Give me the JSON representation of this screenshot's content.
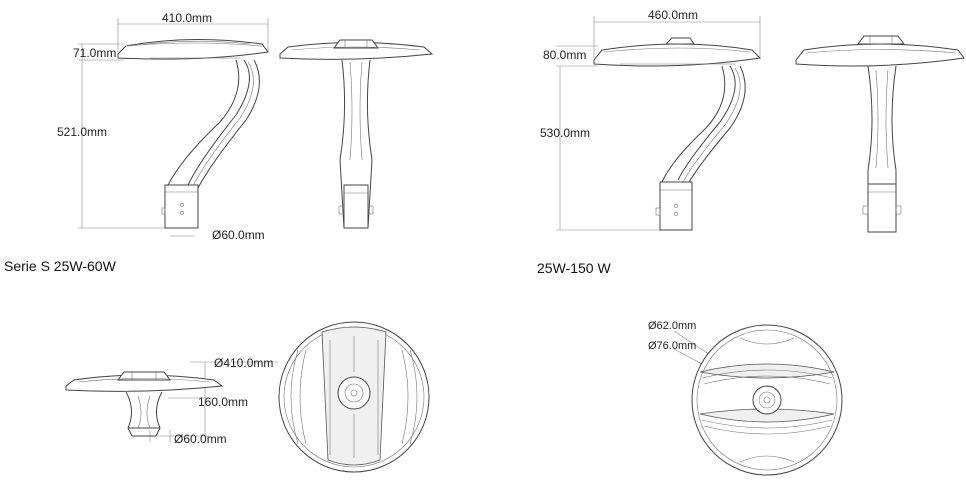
{
  "series_s": {
    "caption": "Serie S 25W-60W",
    "side_view": {
      "width_label": "410.0mm",
      "head_height_label": "71.0mm",
      "total_height_label": "521.0mm",
      "base_diameter_label": "Ø60.0mm"
    },
    "bottom_views": {
      "diameter_label": "Ø410.0mm",
      "height_label": "160.0mm",
      "base_diameter_label": "Ø60.0mm"
    }
  },
  "series_150": {
    "caption": "25W-150 W",
    "side_view": {
      "width_label": "460.0mm",
      "head_height_label": "80.0mm",
      "total_height_label": "530.0mm"
    },
    "bottom_view": {
      "inner_diameter_label": "Ø62.0mm",
      "outer_diameter_label": "Ø76.0mm"
    }
  }
}
